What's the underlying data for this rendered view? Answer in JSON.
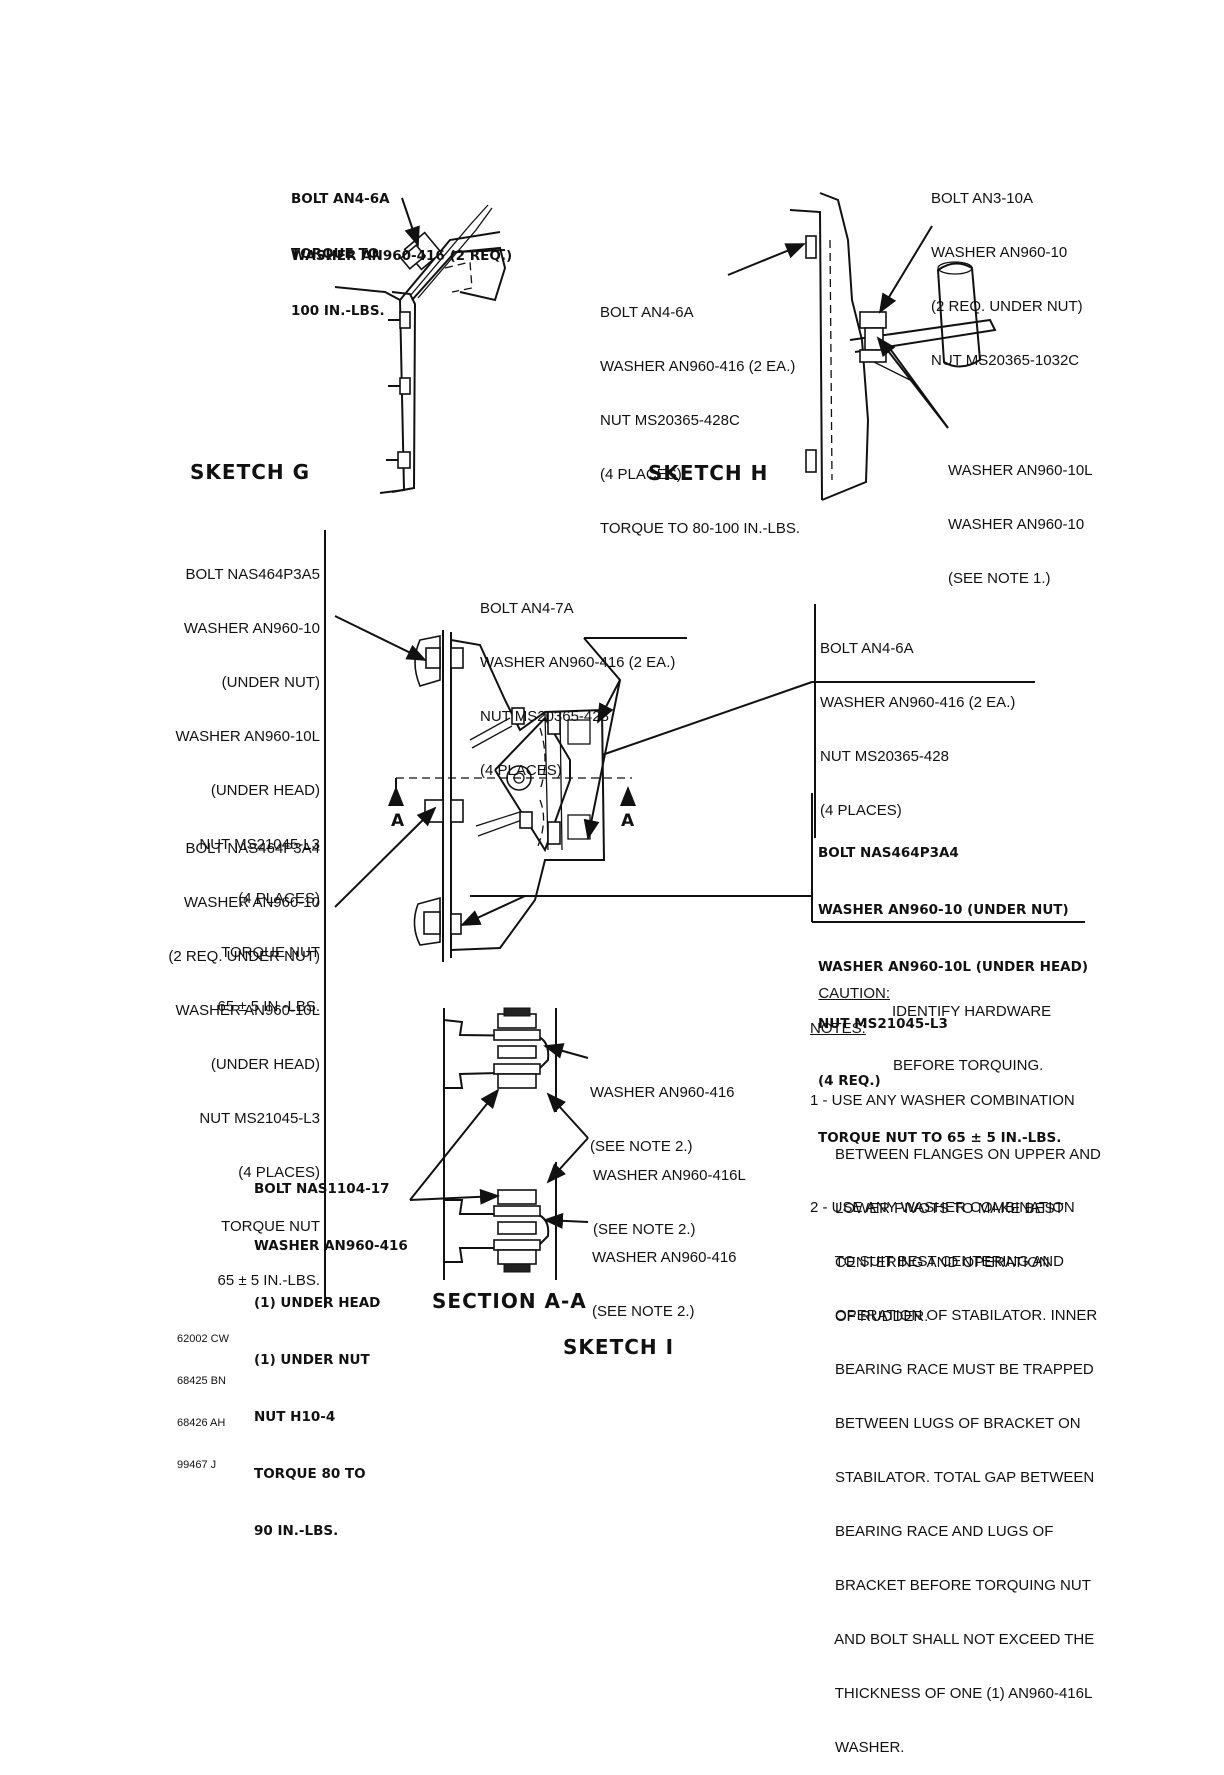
{
  "sketch_g": {
    "title": "SKETCH G",
    "callout": [
      "BOLT AN4-6A",
      "WASHER AN960-416 (2 REQ.)"
    ],
    "torque": [
      "TORQUE TO",
      "100 IN.-LBS."
    ]
  },
  "sketch_h": {
    "title": "SKETCH H",
    "callout_top": [
      "BOLT AN3-10A",
      "WASHER AN960-10",
      "(2 REQ. UNDER NUT)",
      "NUT MS20365-1032C"
    ],
    "callout_left": [
      "BOLT AN4-6A",
      "WASHER AN960-416 (2 EA.)",
      "NUT MS20365-428C",
      "(4 PLACES)",
      "TORQUE TO 80-100 IN.-LBS."
    ],
    "callout_bottom": [
      "WASHER AN960-10L",
      "WASHER AN960-10",
      "(SEE NOTE 1.)"
    ]
  },
  "sketch_i": {
    "title": "SKETCH I",
    "upper_left": [
      "BOLT NAS464P3A5",
      "WASHER AN960-10",
      "(UNDER NUT)",
      "WASHER AN960-10L",
      "(UNDER HEAD)",
      "NUT MS21045-L3",
      "(4 PLACES)",
      "TORQUE NUT",
      "65 ± 5 IN.-LBS."
    ],
    "center_top": [
      "BOLT AN4-7A",
      "WASHER AN960-416 (2 EA.)",
      "NUT MS20365-428",
      "(4 PLACES)"
    ],
    "right_top": [
      "BOLT AN4-6A",
      "WASHER AN960-416 (2 EA.)",
      "NUT MS20365-428",
      "(4 PLACES)"
    ],
    "lower_left": [
      "BOLT NAS464P3A4",
      "WASHER AN960-10",
      "(2 REQ. UNDER NUT)",
      "WASHER AN960-10L",
      "(UNDER HEAD)",
      "NUT MS21045-L3",
      "(4 PLACES)",
      "TORQUE NUT",
      "65 ± 5 IN.-LBS."
    ],
    "right_mid": [
      "BOLT NAS464P3A4",
      "WASHER AN960-10 (UNDER NUT)",
      "WASHER AN960-10L (UNDER HEAD)",
      "NUT MS21045-L3",
      "(4 REQ.)",
      "TORQUE NUT TO 65 ± 5 IN.-LBS."
    ],
    "section_marker": "A"
  },
  "section_aa": {
    "title": "SECTION A-A",
    "left_callout": [
      "BOLT NAS1104-17",
      "WASHER AN960-416",
      "(1) UNDER HEAD",
      "(1) UNDER NUT",
      "NUT H10-4",
      "TORQUE 80 TO",
      "90 IN.-LBS."
    ],
    "washer1": [
      "WASHER AN960-416",
      "(SEE NOTE 2.)"
    ],
    "washer2": [
      "WASHER AN960-416L",
      "(SEE NOTE 2.)"
    ],
    "washer3": [
      "WASHER AN960-416",
      "(SEE NOTE 2.)"
    ]
  },
  "caution": {
    "label": "CAUTION:",
    "text": [
      "IDENTIFY HARDWARE",
      "BEFORE TORQUING."
    ]
  },
  "notes": {
    "heading": "NOTES:",
    "note1": [
      "1 - USE ANY WASHER COMBINATION",
      "      BETWEEN FLANGES ON UPPER AND",
      "      LOWER PIVOTS TO MAKE BEST",
      "      CENTERING AND OPERATION",
      "      OF RUDDER."
    ],
    "note2": [
      "2 - USE ANY WASHER COMBINATION",
      "      TO SUIT BEST CENTERING AND",
      "      OPERATION OF STABILATOR. INNER",
      "      BEARING RACE MUST BE TRAPPED",
      "      BETWEEN LUGS OF BRACKET ON",
      "      STABILATOR. TOTAL GAP BETWEEN",
      "      BEARING RACE AND LUGS OF",
      "      BRACKET BEFORE TORQUING NUT",
      "      AND BOLT SHALL NOT EXCEED THE",
      "      THICKNESS OF ONE (1) AN960-416L",
      "      WASHER."
    ]
  },
  "codes": [
    "62002 CW",
    "68425 BN",
    "68426 AH",
    "99467 J"
  ]
}
